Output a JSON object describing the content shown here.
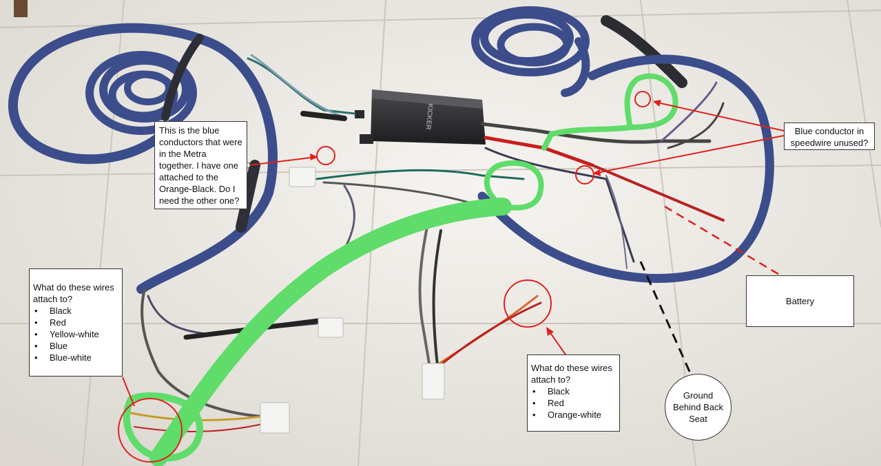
{
  "callouts": {
    "blue_conductors": "This is the blue conductors that were in the Metra together.  I have one attached to the Orange-Black.  Do I need the other one?",
    "left_question": "What do these wires attach to?",
    "left_items": [
      "Black",
      "Red",
      "Yellow-white",
      "Blue",
      "Blue-white"
    ],
    "middle_question": "What do these wires attach to?",
    "middle_items": [
      "Black",
      "Red",
      "Orange-white"
    ],
    "speedwire": "Blue conductor in speedwire unused?",
    "battery": "Battery",
    "ground": "Ground Behind Back Seat"
  },
  "amplifier": {
    "brand": "KICKER"
  },
  "colors": {
    "floor_tile": "#ebe8e3",
    "grout": "#cfcac2",
    "blue_cable": "#3c4d8c",
    "annotation_red": "#e0201c",
    "highlight_green": "#5fdc6a",
    "amp_body": "#2b2b2d"
  }
}
